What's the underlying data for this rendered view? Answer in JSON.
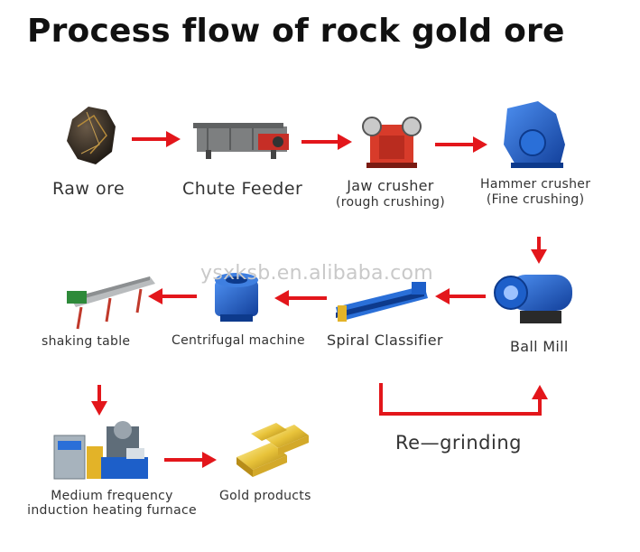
{
  "title": "Process flow of rock  gold ore",
  "watermark": "ysxksb.en.alibaba.com",
  "colors": {
    "arrow": "#e3161b",
    "machine_blue": "#1d5fc9",
    "machine_red": "#d83b2a",
    "gold": "#e8c33a"
  },
  "steps": {
    "raw_ore": {
      "label": "Raw ore",
      "icon": "raw-ore-image"
    },
    "chute_feeder": {
      "label": "Chute Feeder",
      "icon": "chute-feeder-image"
    },
    "jaw_crusher": {
      "label": "Jaw crusher",
      "sub": "(rough crushing)",
      "icon": "jaw-crusher-image"
    },
    "hammer_crusher": {
      "label": "Hammer crusher",
      "sub": "(Fine crushing)",
      "icon": "hammer-crusher-image"
    },
    "ball_mill": {
      "label": "Ball Mill",
      "icon": "ball-mill-image"
    },
    "spiral_classifier": {
      "label": "Spiral Classifier",
      "icon": "spiral-classifier-image"
    },
    "centrifugal_machine": {
      "label": "Centrifugal machine",
      "icon": "centrifugal-machine-image"
    },
    "shaking_table": {
      "label": "shaking table",
      "icon": "shaking-table-image"
    },
    "furnace": {
      "label": "Medium frequency",
      "label2": "induction heating furnace",
      "icon": "furnace-image"
    },
    "gold_products": {
      "label": "Gold products",
      "icon": "gold-bars-image"
    }
  },
  "regrinding": {
    "label": "Re—grinding"
  }
}
